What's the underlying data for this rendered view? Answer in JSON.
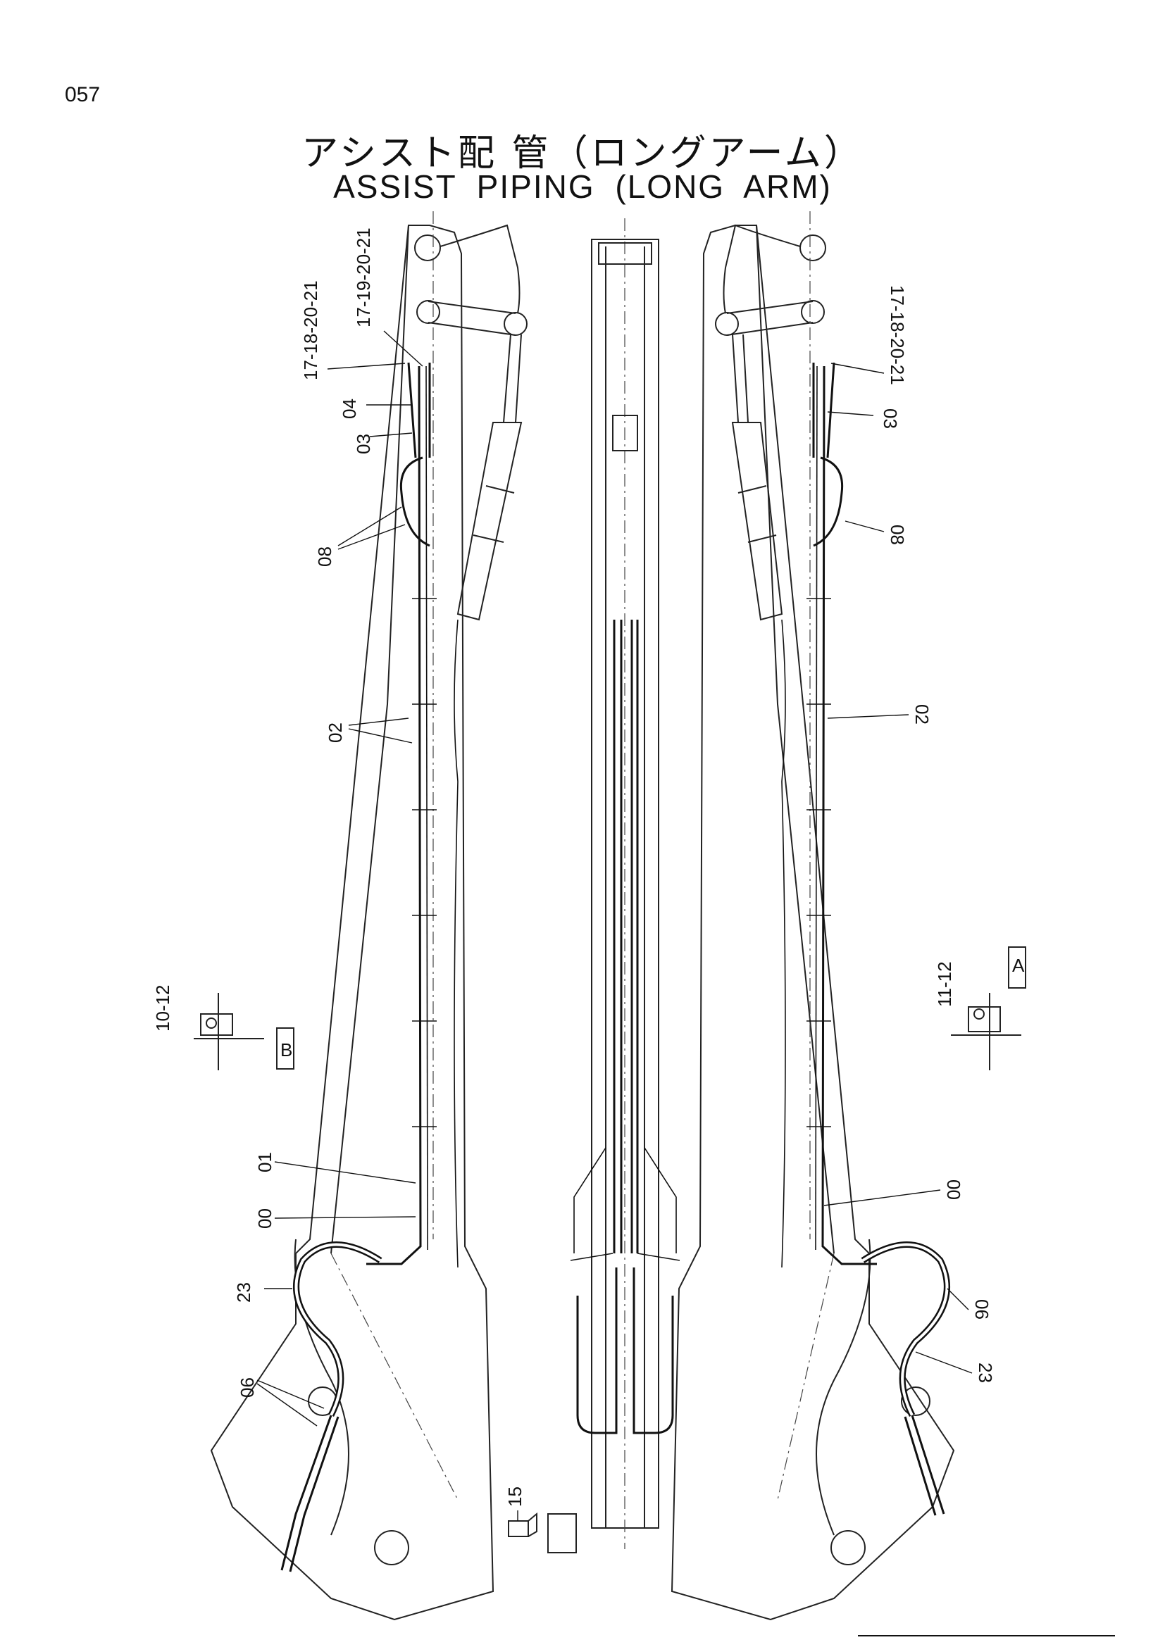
{
  "page_number": "057",
  "title_jp": "アシスト配 管（ロングアーム）",
  "title_en": "ASSIST  PIPING (LONG  ARM)",
  "labels_left": {
    "l1": "17-18-20-21",
    "l2": "17-19-20-21",
    "l3": "04",
    "l4": "03",
    "l5": "08",
    "l6": "02",
    "l7": "10-12",
    "l8": "01",
    "l9": "00",
    "l10": "23",
    "l11": "06"
  },
  "labels_right": {
    "r1": "17-18-20-21",
    "r2": "03",
    "r3": "08",
    "r4": "02",
    "r5": "11-12",
    "r6": "00",
    "r7": "06",
    "r8": "23"
  },
  "labels_center": {
    "c1": "15"
  },
  "view_marks": {
    "a": "A",
    "b": "B"
  }
}
